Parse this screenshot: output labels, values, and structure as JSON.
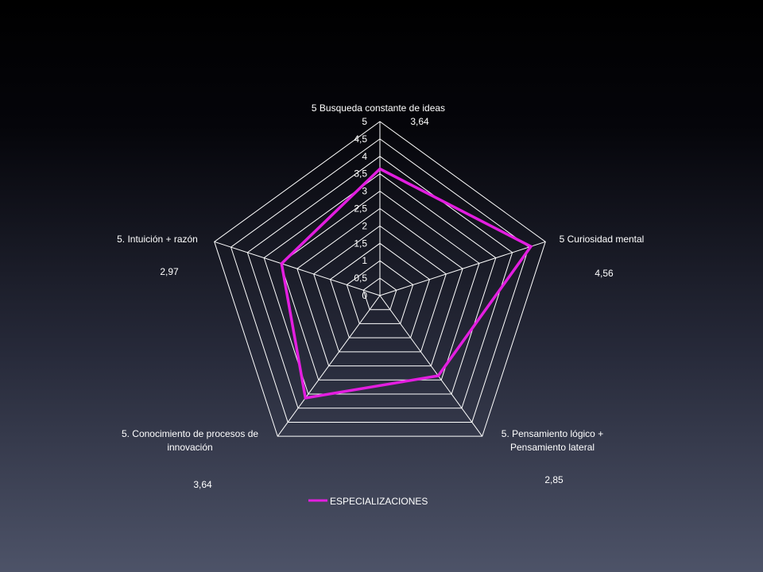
{
  "chart_data": {
    "type": "radar",
    "axes": [
      "5 Busqueda constante de ideas",
      "5 Curiosidad mental",
      "5. Pensamiento lógico + Pensamiento lateral",
      "5. Conocimiento de procesos de innovación",
      "5. Intuición + razón"
    ],
    "axis_label_lines": [
      [
        "5 Busqueda constante de ideas"
      ],
      [
        "5 Curiosidad mental"
      ],
      [
        "5. Pensamiento lógico +",
        "Pensamiento lateral"
      ],
      [
        "5. Conocimiento de procesos de",
        "innovación"
      ],
      [
        "5. Intuición + razón"
      ]
    ],
    "ticks": [
      "0",
      "0,5",
      "1",
      "1,5",
      "2",
      "2,5",
      "3",
      "3,5",
      "4",
      "4,5",
      "5"
    ],
    "rlim": [
      0,
      5
    ],
    "series": [
      {
        "name": "ESPECIALIZACIONES",
        "values": [
          3.64,
          4.56,
          2.85,
          3.64,
          2.97
        ],
        "data_labels": [
          "3,64",
          "4,56",
          "2,85",
          "3,64",
          "2,97"
        ]
      }
    ],
    "legend_position": "bottom",
    "colors": {
      "series": "#e31ee0",
      "grid": "#ffffff",
      "text": "#ffffff"
    }
  }
}
